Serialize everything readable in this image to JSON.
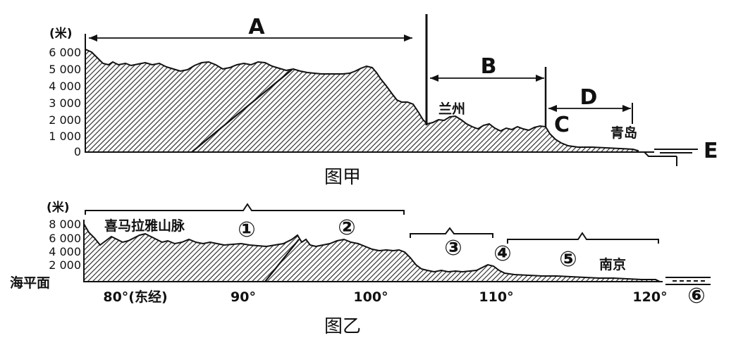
{
  "figure_a": {
    "caption": "图甲",
    "unit": "(米)",
    "y_ticks": [
      "6 000",
      "5 000",
      "4 000",
      "3 000",
      "2 000",
      "1 000",
      "0"
    ],
    "labels": {
      "A": "A",
      "B": "B",
      "C": "C",
      "D": "D",
      "E": "E",
      "lanzhou": "兰州",
      "qingdao": "青岛"
    }
  },
  "figure_b": {
    "caption": "图乙",
    "unit": "(米)",
    "y_ticks": [
      "8 000",
      "6 000",
      "4 000",
      "2 000"
    ],
    "sea_level": "海平面",
    "x_ticks": [
      "80°(东经)",
      "90°",
      "100°",
      "110°",
      "120°"
    ],
    "labels": {
      "himalaya": "喜马拉雅山脉",
      "c1": "①",
      "c2": "②",
      "c3": "③",
      "c4": "④",
      "c5": "⑤",
      "c6": "⑥",
      "nanjing": "南京"
    }
  }
}
